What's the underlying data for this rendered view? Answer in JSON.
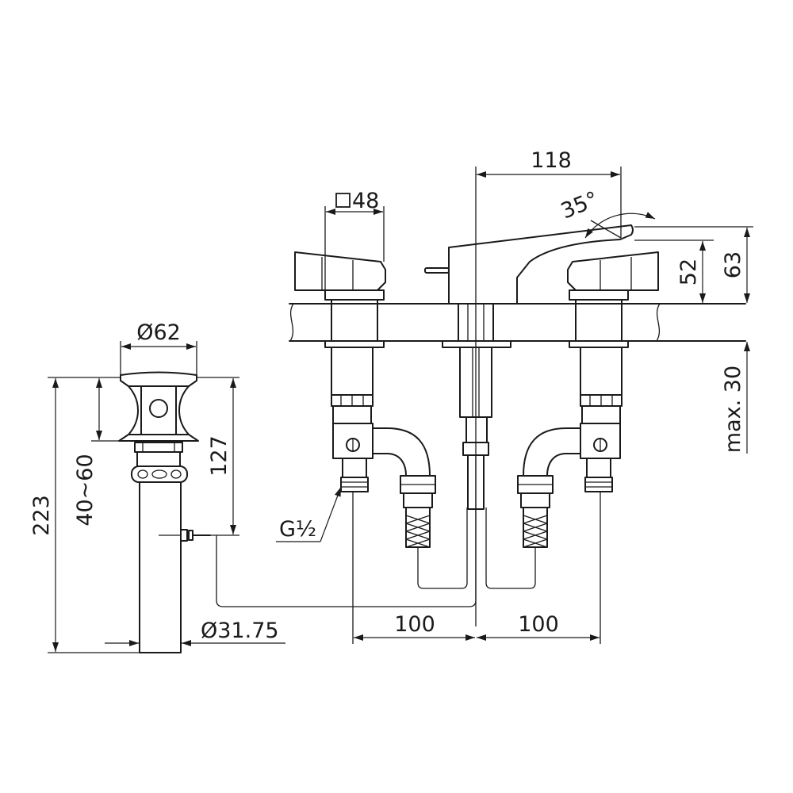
{
  "dimensions": {
    "d118": "118",
    "sq48": "48",
    "a35": "35°",
    "d52": "52",
    "d63": "63",
    "max30": "max. 30",
    "d62": "Ø62",
    "d127": "127",
    "d4060": "40~60",
    "d223": "223",
    "g12": "G½",
    "d3175": "Ø31.75",
    "d100a": "100",
    "d100b": "100"
  },
  "colors": {
    "line": "#1a1a1a",
    "background": "#ffffff"
  }
}
